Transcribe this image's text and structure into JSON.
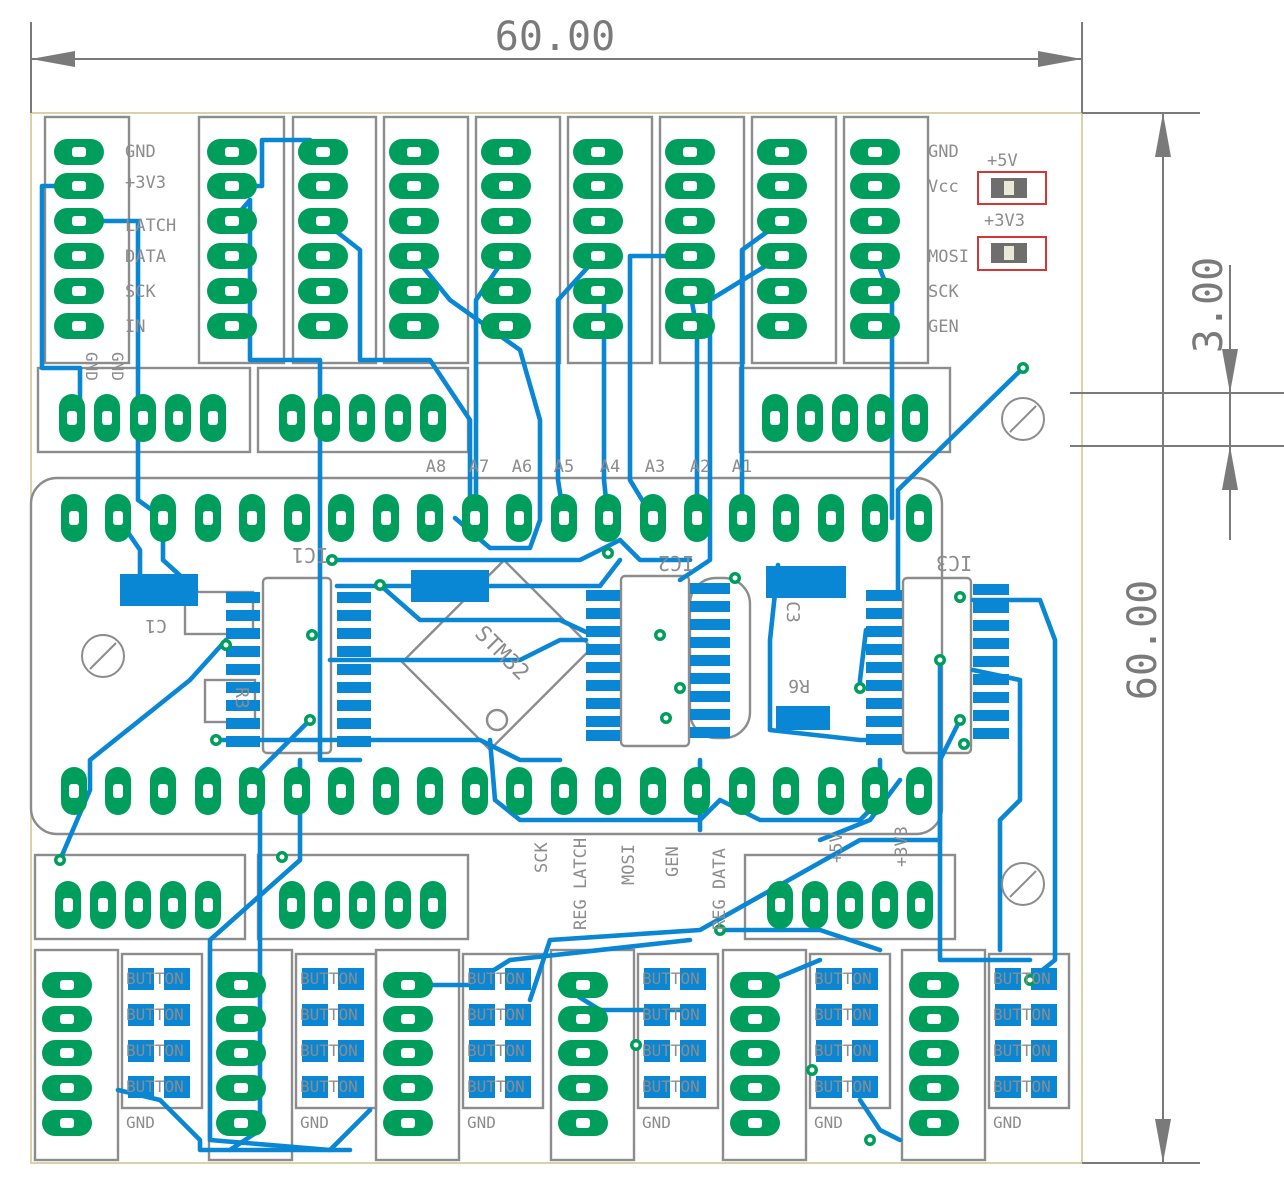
{
  "dimensions": {
    "width": "60.00",
    "height": "60.00",
    "hole_offset": "3.00"
  },
  "power_labels": {
    "gnd": "GND",
    "vcc": "Vcc",
    "p5v": "+5V",
    "p3v3": "+3V3"
  },
  "left_header_labels": [
    "GND",
    "+3V3",
    "LATCH",
    "DATA",
    "SCK",
    "IN"
  ],
  "right_header_labels": [
    "GND",
    "Vcc",
    "MOSI",
    "SCK",
    "GEN"
  ],
  "gnd_vertical_labels": [
    "GND",
    "GND"
  ],
  "analog_labels": [
    "A8",
    "A7",
    "A6",
    "A5",
    "A4",
    "A3",
    "A2",
    "A1"
  ],
  "bottom_signal_labels": [
    "SCK",
    "REG LATCH",
    "MOSI",
    "GEN",
    "REG DATA",
    "+5V",
    "+3V3"
  ],
  "components": {
    "ic1": "IC1",
    "ic2": "IC2",
    "ic3": "IC3",
    "c1": "C1",
    "c3": "C3",
    "r3": "R3",
    "r6": "R6",
    "lut": "STM32"
  },
  "button_label": "BUTTON",
  "button_gnd_label": "GND",
  "colors": {
    "copper": "#0a87d4",
    "pad": "#009e5c",
    "silkscreen": "#8c8c8c",
    "board_edge": "#d8d2a8",
    "marker": "#d43535"
  }
}
